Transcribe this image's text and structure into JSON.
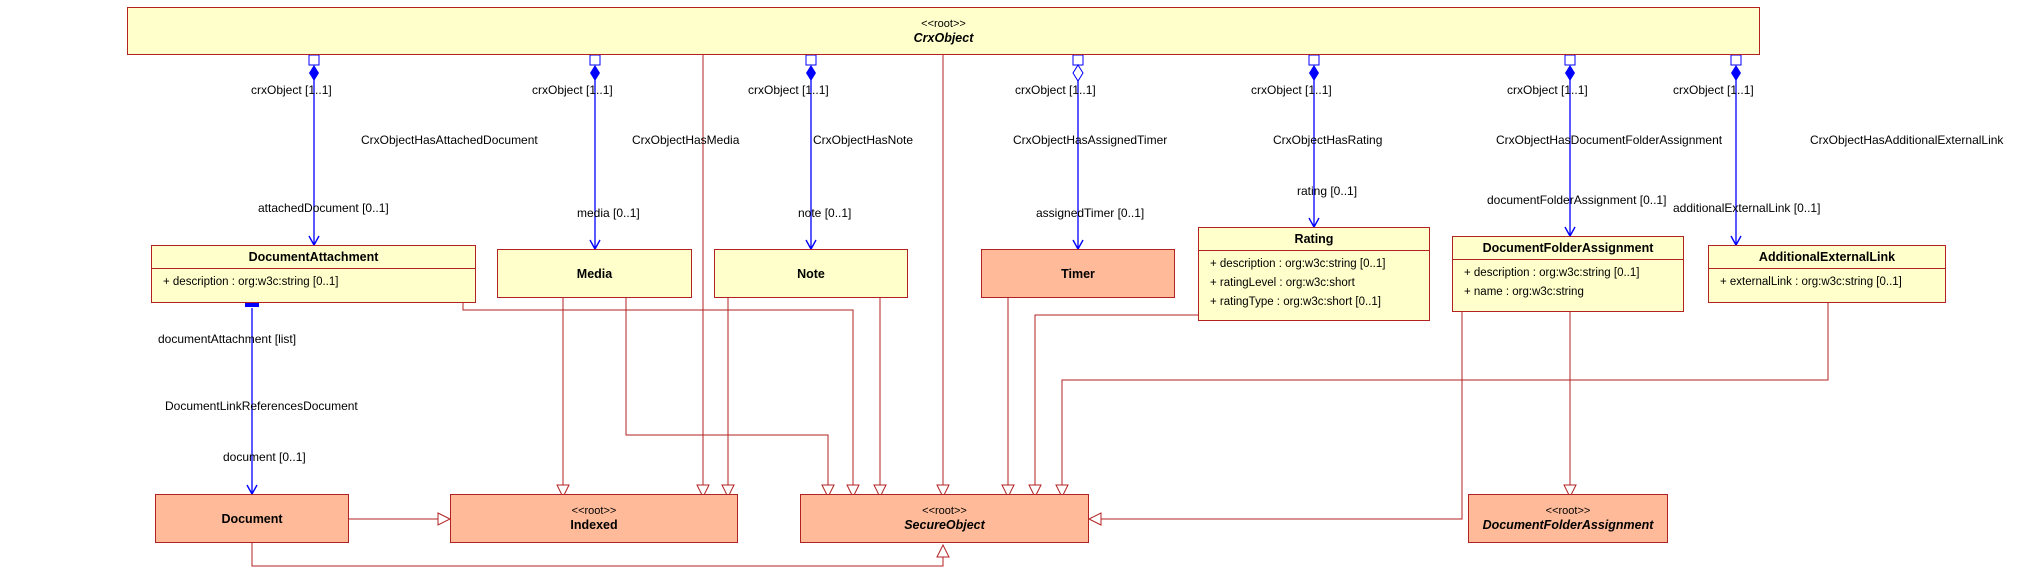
{
  "colors": {
    "border": "#b22222",
    "class_fill": "#ffffcc",
    "external_fill": "#ffbb99",
    "association": "#0000ff",
    "generalization": "#b22222"
  },
  "root": {
    "stereotype": "<<root>>",
    "name": "CrxObject"
  },
  "classes": {
    "document_attachment": {
      "name": "DocumentAttachment",
      "attributes": [
        "+ description : org:w3c:string [0..1]"
      ]
    },
    "media": {
      "name": "Media"
    },
    "note": {
      "name": "Note"
    },
    "timer": {
      "name": "Timer"
    },
    "rating": {
      "name": "Rating",
      "attributes": [
        "+ description : org:w3c:string [0..1]",
        "+ ratingLevel : org:w3c:short",
        "+ ratingType : org:w3c:short [0..1]"
      ]
    },
    "document_folder_assignment": {
      "name": "DocumentFolderAssignment",
      "attributes": [
        "+ description : org:w3c:string [0..1]",
        "+ name : org:w3c:string"
      ]
    },
    "additional_external_link": {
      "name": "AdditionalExternalLink",
      "attributes": [
        "+ externalLink : org:w3c:string [0..1]"
      ]
    },
    "document": {
      "name": "Document"
    },
    "indexed": {
      "stereotype": "<<root>>",
      "name": "Indexed"
    },
    "secure_object": {
      "stereotype": "<<root>>",
      "name": "SecureObject"
    },
    "document_folder_assignment_root": {
      "stereotype": "<<root>>",
      "name": "DocumentFolderAssignment"
    }
  },
  "associations": {
    "attached_document": {
      "name": "CrxObjectHasAttachedDocument",
      "source_role": "crxObject [1..1]",
      "target_role": "attachedDocument [0..1]"
    },
    "media": {
      "name": "CrxObjectHasMedia",
      "source_role": "crxObject [1..1]",
      "target_role": "media [0..1]"
    },
    "note": {
      "name": "CrxObjectHasNote",
      "source_role": "crxObject [1..1]",
      "target_role": "note [0..1]"
    },
    "timer": {
      "name": "CrxObjectHasAssignedTimer",
      "source_role": "crxObject [1..1]",
      "target_role": "assignedTimer [0..1]"
    },
    "rating": {
      "name": "CrxObjectHasRating",
      "source_role": "crxObject [1..1]",
      "target_role": "rating [0..1]"
    },
    "folder": {
      "name": "CrxObjectHasDocumentFolderAssignment",
      "source_role": "crxObject [1..1]",
      "target_role": "documentFolderAssignment [0..1]"
    },
    "external_link": {
      "name": "CrxObjectHasAdditionalExternalLink",
      "source_role": "crxObject [1..1]",
      "target_role": "additionalExternalLink [0..1]"
    },
    "document_link": {
      "name": "DocumentLinkReferencesDocument",
      "source_role": "documentAttachment [list]",
      "target_role": "document [0..1]"
    }
  }
}
